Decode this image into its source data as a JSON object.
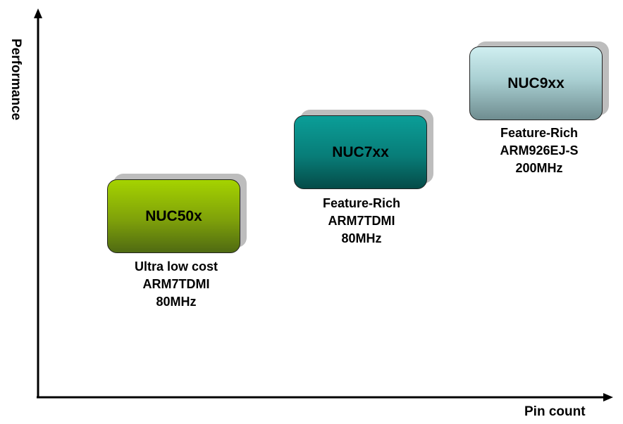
{
  "axes": {
    "y_label": "Performance",
    "x_label": "Pin count"
  },
  "products": [
    {
      "name": "NUC50x",
      "lines": [
        "Ultra low cost",
        "ARM7TDMI",
        "80MHz"
      ]
    },
    {
      "name": "NUC7xx",
      "lines": [
        "Feature-Rich",
        "ARM7TDMI",
        "80MHz"
      ]
    },
    {
      "name": "NUC9xx",
      "lines": [
        "Feature-Rich",
        "ARM926EJ-S",
        "200MHz"
      ]
    }
  ],
  "colors": {
    "nuc50x": "#8fb806",
    "nuc7xx": "#088a85",
    "nuc9xx": "#a9cfd2",
    "shadow": "#bdbdbd"
  }
}
